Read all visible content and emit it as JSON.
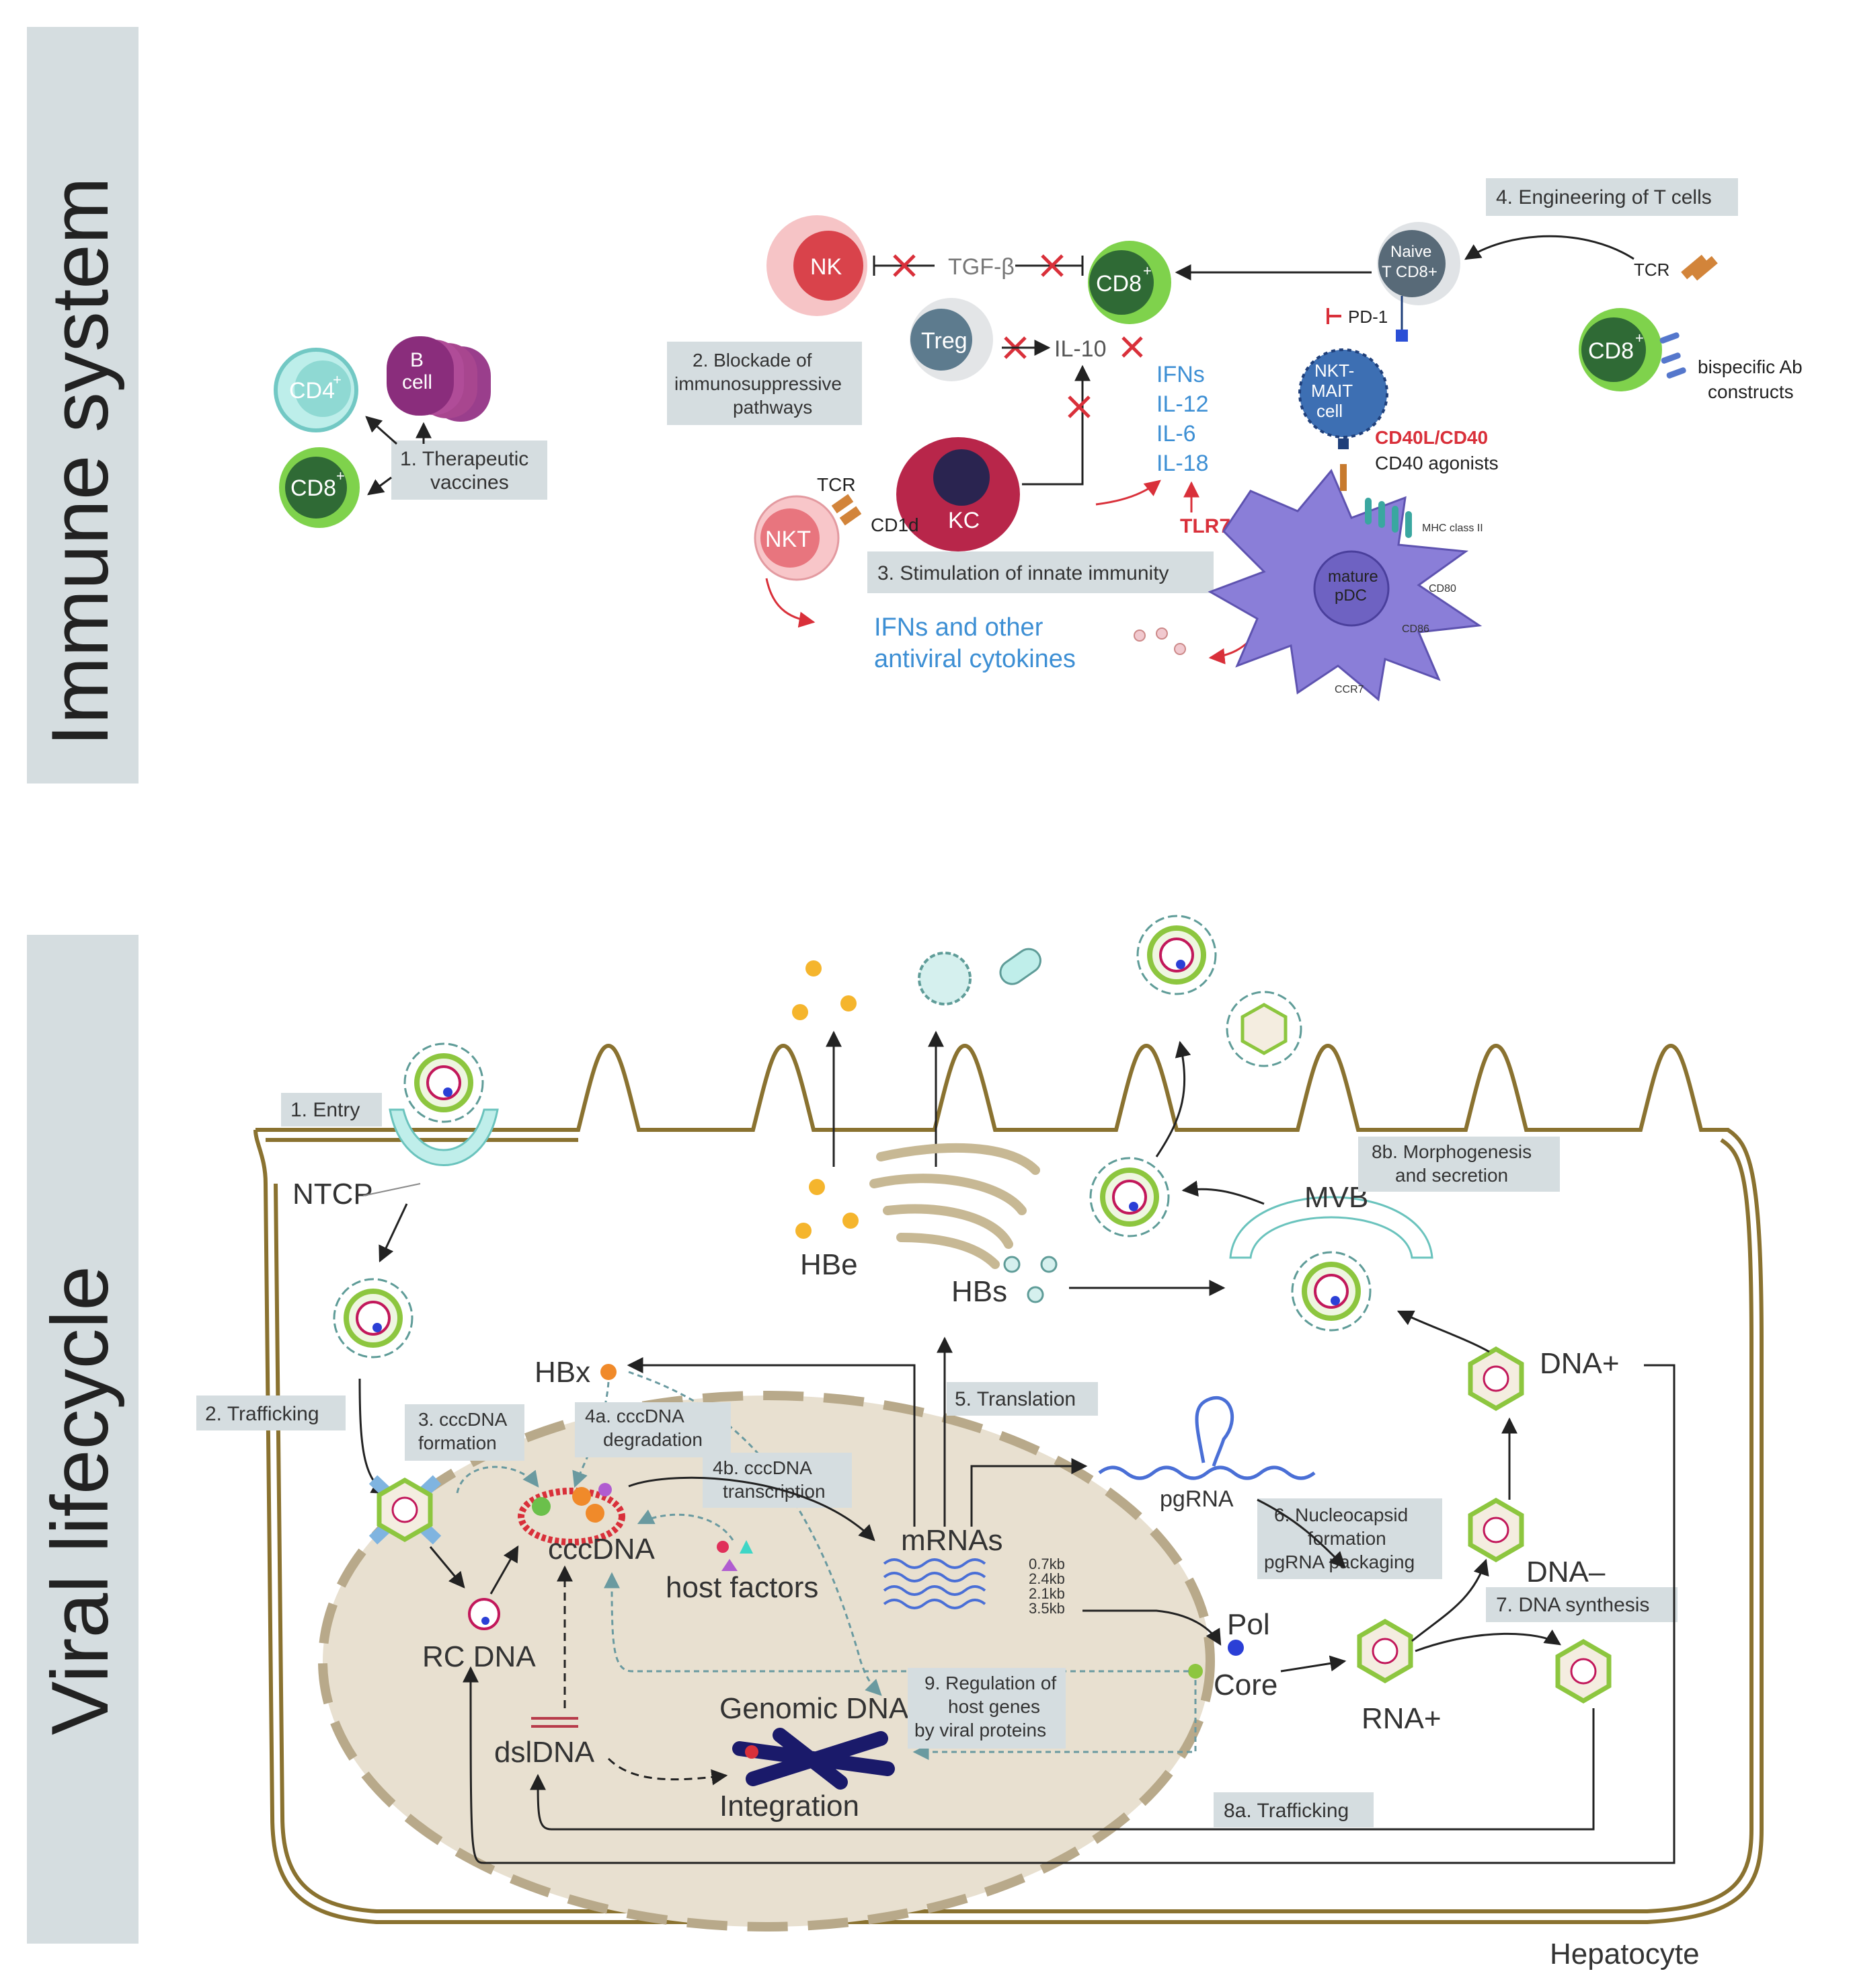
{
  "sections": {
    "immune": "Immune system",
    "viral": "Viral lifecycle"
  },
  "immune": {
    "cd4": "CD4",
    "cd4_sup": "+",
    "b_cell_1": "B",
    "b_cell_2": "cell",
    "cd8": "CD8",
    "cd8_sup": "+",
    "step1_line1": "1. Therapeutic",
    "step1_line2": "vaccines",
    "nk": "NK",
    "tgf": "TGF-β",
    "il10": "IL-10",
    "treg": "Treg",
    "step2_line1": "2. Blockade of",
    "step2_line2": "immunosuppressive",
    "step2_line3": "pathways",
    "kc": "KC",
    "nkt": "NKT",
    "tcr": "TCR",
    "cd1d": "CD1d",
    "ifns": "IFNs",
    "il12": "IL-12",
    "il6": "IL-6",
    "il18": "IL-18",
    "tlr7": "TLR7",
    "step3": "3. Stimulation of innate immunity",
    "ifns_other_1": "IFNs and other",
    "ifns_other_2": "antiviral cytokines",
    "naive_1": "Naive",
    "naive_2": "T CD8+",
    "pd1": "PD-1",
    "nkt_mait_1": "NKT-",
    "nkt_mait_2": "MAIT",
    "nkt_mait_3": "cell",
    "cd40l": "CD40L/CD40",
    "cd40ag": "CD40 agonists",
    "mhc": "MHC class II",
    "cd80": "CD80",
    "cd86": "CD86",
    "ccr7": "CCR7",
    "pdc_1": "mature",
    "pdc_2": "pDC",
    "step4": "4. Engineering of T cells",
    "tcr2": "TCR",
    "bispecific_1": "bispecific Ab",
    "bispecific_2": "constructs"
  },
  "viral": {
    "entry": "1. Entry",
    "ntcp": "NTCP",
    "trafficking2": "2. Trafficking",
    "ccc_form_1": "3. cccDNA",
    "ccc_form_2": "formation",
    "hbx": "HBx",
    "deg_1": "4a.  cccDNA",
    "deg_2": "degradation",
    "trans_1": "4b.  cccDNA",
    "trans_2": "transcription",
    "cccdna": "cccDNA",
    "host_factors": "host factors",
    "rcdna": "RC DNA",
    "dsldna": "dslDNA",
    "genomic": "Genomic DNA",
    "integration": "Integration",
    "reg_1": "9. Regulation of",
    "reg_2": "host genes",
    "reg_3": "by viral proteins",
    "hbe": "HBe",
    "hbs": "HBs",
    "translation": "5. Translation",
    "mrnas": "mRNAs",
    "kb1": "0.7kb",
    "kb2": "2.4kb",
    "kb3": "2.1kb",
    "kb4": "3.5kb",
    "pgrna": "pgRNA",
    "nuc_1": "6. Nucleocapsid",
    "nuc_2": "formation",
    "nuc_3": "pgRNA packaging",
    "pol": "Pol",
    "core": "Core",
    "rnaplus": "RNA+",
    "dnaminus": "DNA–",
    "dnaplus": "DNA+",
    "synth": "7. DNA synthesis",
    "mvb": "MVB",
    "morph_1": "8b. Morphogenesis",
    "morph_2": "and secretion",
    "traffic8a": "8a. Trafficking",
    "hepatocyte": "Hepatocyte"
  },
  "colors": {
    "panel": "#d5dde0",
    "cell_membrane": "#8a7230",
    "nucleus": "#e8e0d0",
    "blue_text": "#3d8fd4",
    "red_text": "#d9303a",
    "cd8_green": "#4db848",
    "nk_red": "#d9434b",
    "kc_crimson": "#b8264a",
    "pdc_purple": "#8a7ed8",
    "virion_teal": "#6aa9a6",
    "capsid_green": "#8dc63f"
  }
}
